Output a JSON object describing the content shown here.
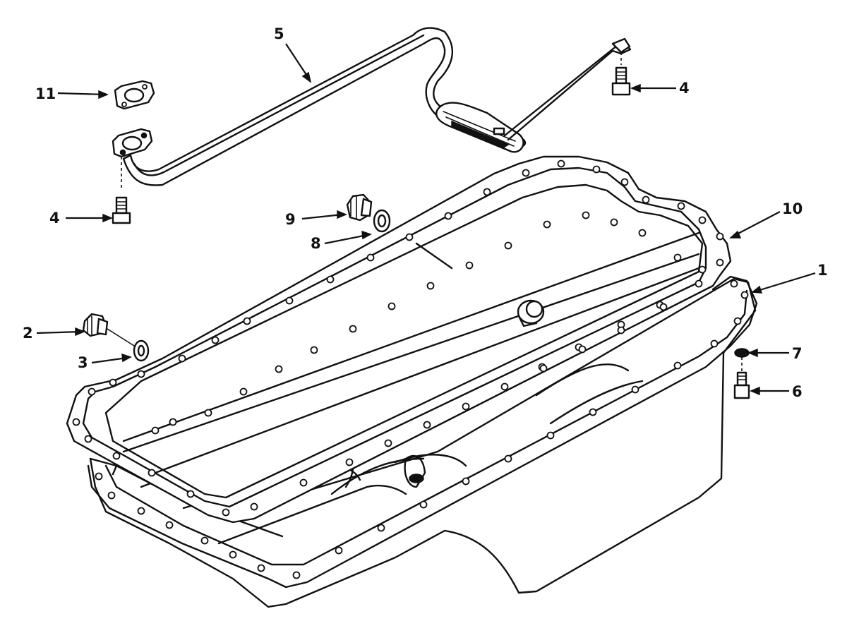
{
  "callouts": [
    {
      "id": "c1",
      "text": "1"
    },
    {
      "id": "c2",
      "text": "2"
    },
    {
      "id": "c3",
      "text": "3"
    },
    {
      "id": "c4a",
      "text": "4"
    },
    {
      "id": "c4b",
      "text": "4"
    },
    {
      "id": "c5",
      "text": "5"
    },
    {
      "id": "c6",
      "text": "6"
    },
    {
      "id": "c7",
      "text": "7"
    },
    {
      "id": "c8",
      "text": "8"
    },
    {
      "id": "c9",
      "text": "9"
    },
    {
      "id": "c10",
      "text": "10"
    },
    {
      "id": "c11",
      "text": "11"
    }
  ]
}
